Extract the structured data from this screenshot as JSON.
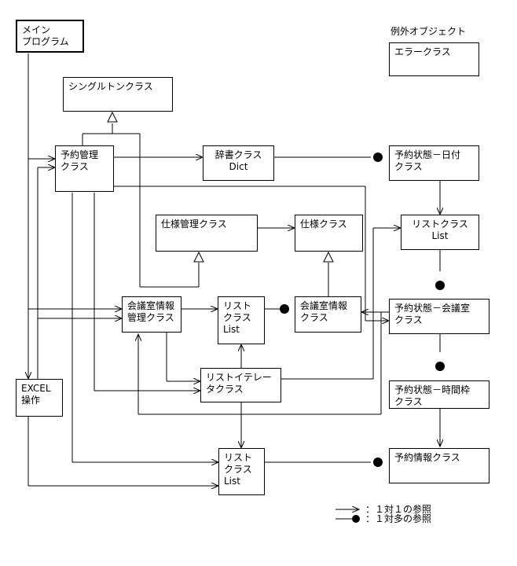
{
  "title": "例外オブジェクト",
  "boxes": {
    "main_program": "メイン\nプログラム",
    "error_class": "エラークラス",
    "singleton_class": "シングルトンクラス",
    "reservation_mgmt": "予約管理\nクラス",
    "dictionary_class": "辞書クラス\nDict",
    "reservation_date": "予約状態－日付\nクラス",
    "spec_mgmt": "仕様管理クラス",
    "spec_class": "仕様クラス",
    "list_class_main": "リストクラス\nList",
    "room_info_mgmt": "会議室情報\n管理クラス",
    "list_mid": "リスト\nクラス\nList",
    "room_info": "会議室情報\nクラス",
    "reservation_room": "予約状態－会議室\nクラス",
    "excel_op": "EXCEL\n操作",
    "list_iterator": "リストイテレー\nタクラス",
    "reservation_timeslot": "予約状態－時間枠\nクラス",
    "list_bottom": "リスト\nクラス\nList",
    "reservation_info": "予約情報クラス"
  },
  "legend": {
    "arrow_label": "：１対１の参照",
    "dot_label": "：１対多の参照"
  }
}
